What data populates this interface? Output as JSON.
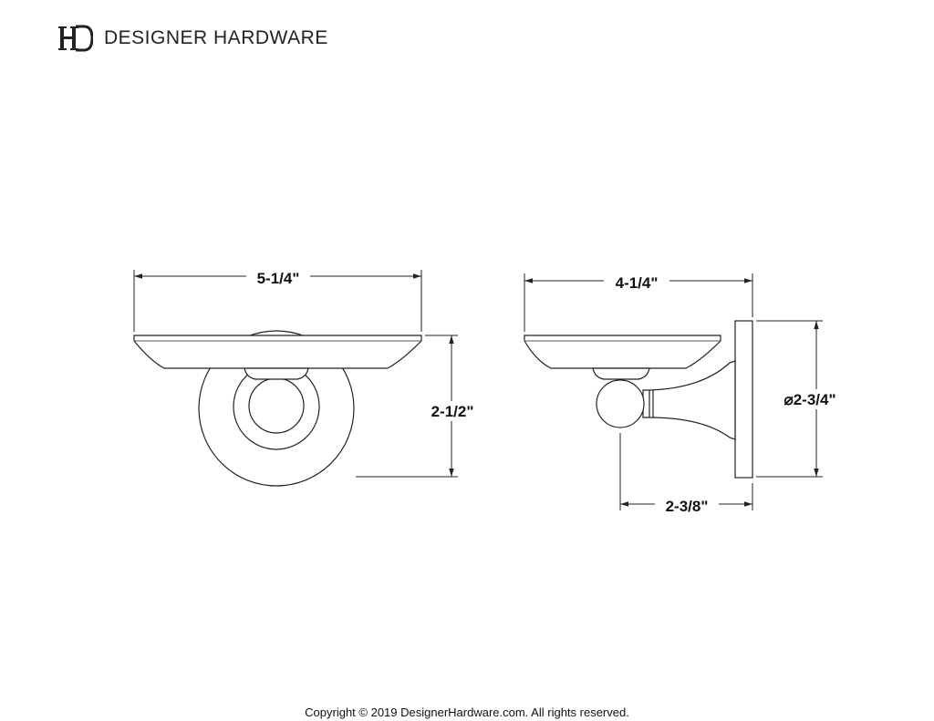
{
  "header": {
    "logo_icon": "dh-monogram-logo",
    "brand_name": "DESIGNER HARDWARE"
  },
  "front_view": {
    "width_label": "5-1/4\"",
    "height_label": "2-1/2\""
  },
  "side_view": {
    "width_label": "4-1/4\"",
    "projection_label": "2-3/8\"",
    "diameter_label": "⌀2-3/4\""
  },
  "footer": {
    "copyright": "Copyright © 2019 DesignerHardware.com. All rights reserved."
  },
  "colors": {
    "line": "#222222",
    "text": "#111111"
  }
}
